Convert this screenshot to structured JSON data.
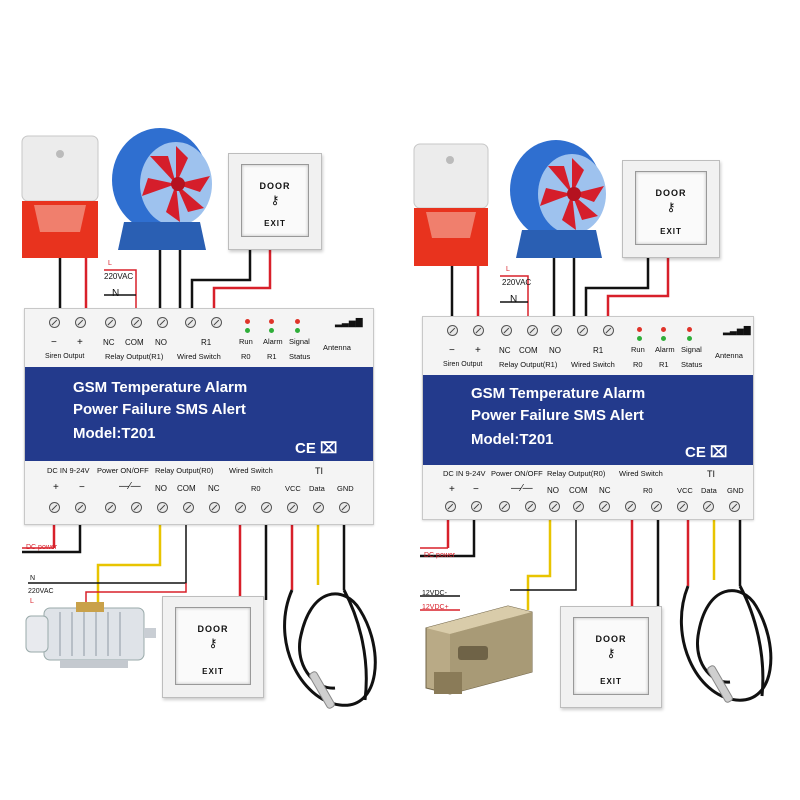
{
  "panels": [
    {
      "device": {
        "title_line1": "GSM Temperature Alarm",
        "title_line2": "Power Failure SMS Alert",
        "model": "Model:T201",
        "cert": "CE ⌧",
        "top": {
          "minus": "−",
          "plus": "+",
          "siren_output": "Siren Output",
          "nc": "NC",
          "com": "COM",
          "no": "NO",
          "relay_output_r1": "Relay Output(R1)",
          "r1": "R1",
          "wired_switch": "Wired Switch",
          "run": "Run",
          "alarm": "Alarm",
          "signal": "Signal",
          "r0": "R0",
          "r1_led": "R1",
          "status": "Status",
          "antenna": "Antenna"
        },
        "bottom": {
          "dc_in": "DC IN 9-24V",
          "plus": "+",
          "minus": "−",
          "power_onoff": "Power ON/OFF",
          "relay_output_r0": "Relay Output(R0)",
          "no": "NO",
          "com": "COM",
          "nc": "NC",
          "wired_switch": "Wired Switch",
          "r0": "R0",
          "ti": "TI",
          "vcc": "VCC",
          "data": "Data",
          "gnd": "GND"
        }
      },
      "wires_top": {
        "l": "L",
        "v220": "220VAC",
        "n": "N"
      },
      "door_exit_top": {
        "line1": "DOOR",
        "line2": "EXIT"
      },
      "wires_bottom": {
        "dc_power": "DC power",
        "n": "N",
        "v220": "220VAC",
        "l": "L"
      },
      "door_exit_bottom": {
        "line1": "DOOR",
        "line2": "EXIT"
      }
    },
    {
      "device": {
        "title_line1": "GSM Temperature Alarm",
        "title_line2": "Power Failure SMS Alert",
        "model": "Model:T201",
        "cert": "CE ⌧",
        "top": {
          "minus": "−",
          "plus": "+",
          "siren_output": "Siren Output",
          "nc": "NC",
          "com": "COM",
          "no": "NO",
          "relay_output_r1": "Relay Output(R1)",
          "r1": "R1",
          "wired_switch": "Wired Switch",
          "run": "Run",
          "alarm": "Alarm",
          "signal": "Signal",
          "r0": "R0",
          "r1_led": "R1",
          "status": "Status",
          "antenna": "Antenna"
        },
        "bottom": {
          "dc_in": "DC IN 9-24V",
          "plus": "+",
          "minus": "−",
          "power_onoff": "Power ON/OFF",
          "relay_output_r0": "Relay Output(R0)",
          "no": "NO",
          "com": "COM",
          "nc": "NC",
          "wired_switch": "Wired Switch",
          "r0": "R0",
          "ti": "TI",
          "vcc": "VCC",
          "data": "Data",
          "gnd": "GND"
        }
      },
      "wires_top": {
        "l": "L",
        "v220": "220VAC",
        "n": "N"
      },
      "door_exit_top": {
        "line1": "DOOR",
        "line2": "EXIT"
      },
      "wires_bottom": {
        "dc_power": "DC power",
        "v12_minus": "12VDC-",
        "v12_plus": "12VDC+"
      },
      "door_exit_bottom": {
        "line1": "DOOR",
        "line2": "EXIT"
      }
    }
  ],
  "colors": {
    "band": "#233a8c",
    "wire_red": "#d8202a",
    "wire_black": "#111111",
    "wire_yellow": "#e8c400",
    "siren_red": "#e8331e",
    "fan_blue": "#2f6fd0",
    "fan_red": "#d51e2b"
  }
}
